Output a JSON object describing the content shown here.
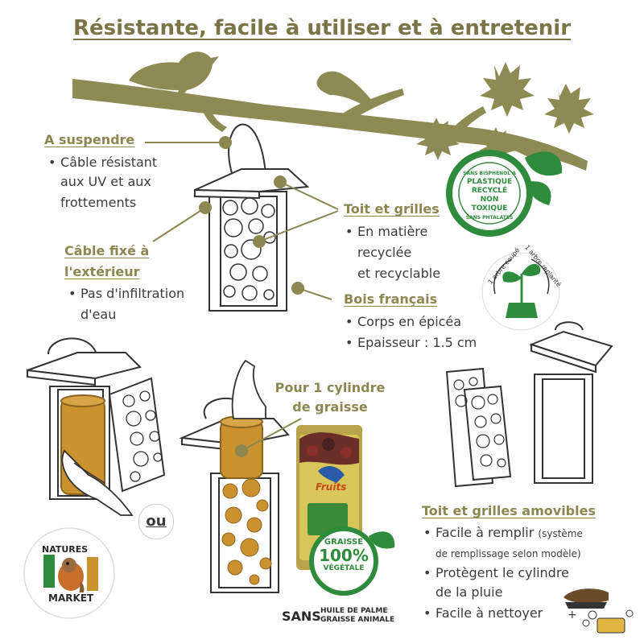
{
  "title": "Résistante, facile à utiliser et à entretenir",
  "suspend": {
    "heading": "A suspendre",
    "items": [
      "Câble résistant",
      "aux UV et aux",
      "frottements"
    ]
  },
  "cable": {
    "heading1": "Câble fixé à",
    "heading2": "l'extérieur",
    "items": [
      "Pas d'infiltration",
      "d'eau"
    ]
  },
  "roof": {
    "heading": "Toit et grilles",
    "items": [
      "En matière",
      "recyclée",
      "et recyclable"
    ]
  },
  "wood": {
    "heading": "Bois français",
    "items": [
      "Corps en épicéa",
      "Epaisseur : 1.5 cm"
    ]
  },
  "badge_plastic": {
    "top": "SANS BISPHENOL A",
    "l1": "PLASTIQUE",
    "l2": "RECYCLÉ",
    "l3": "NON",
    "l4": "TOXIQUE",
    "bottom": "SANS PHTALATES"
  },
  "badge_tree": {
    "left": "1 arbre coupé",
    "right": "1 arbre replanté"
  },
  "cylinder": {
    "line1": "Pour 1 cylindre",
    "line2": "de graisse"
  },
  "package_label": "Fruits",
  "or_label": "ou",
  "badge_fat": {
    "top": "GRAISSE",
    "mid": "100%",
    "bottom": "VÉGÉTALE"
  },
  "brand": {
    "line1": "NATURES",
    "line2": "MARKET"
  },
  "sans": {
    "word": "SANS",
    "line1": "HUILE DE PALME",
    "line2": "GRAISSE ANIMALE"
  },
  "removable": {
    "heading": "Toit et grilles amovibles",
    "l1": "Facile à remplir",
    "l1b": "(système",
    "l2": "de remplissage selon modèle)",
    "l3": "Protègent le cylindre",
    "l4": "de la pluie",
    "l5": "Facile à nettoyer",
    "plus": "+"
  },
  "colors": {
    "olive": "#8c8650",
    "dark_olive": "#7a7446",
    "green": "#2e8b3c",
    "wood": "#3a3a3a",
    "fat": "#c9922e"
  },
  "icons": [
    "bird-icon",
    "maple-leaf-icon",
    "brush-icon",
    "soap-icon",
    "robin-icon",
    "hand-icon"
  ]
}
